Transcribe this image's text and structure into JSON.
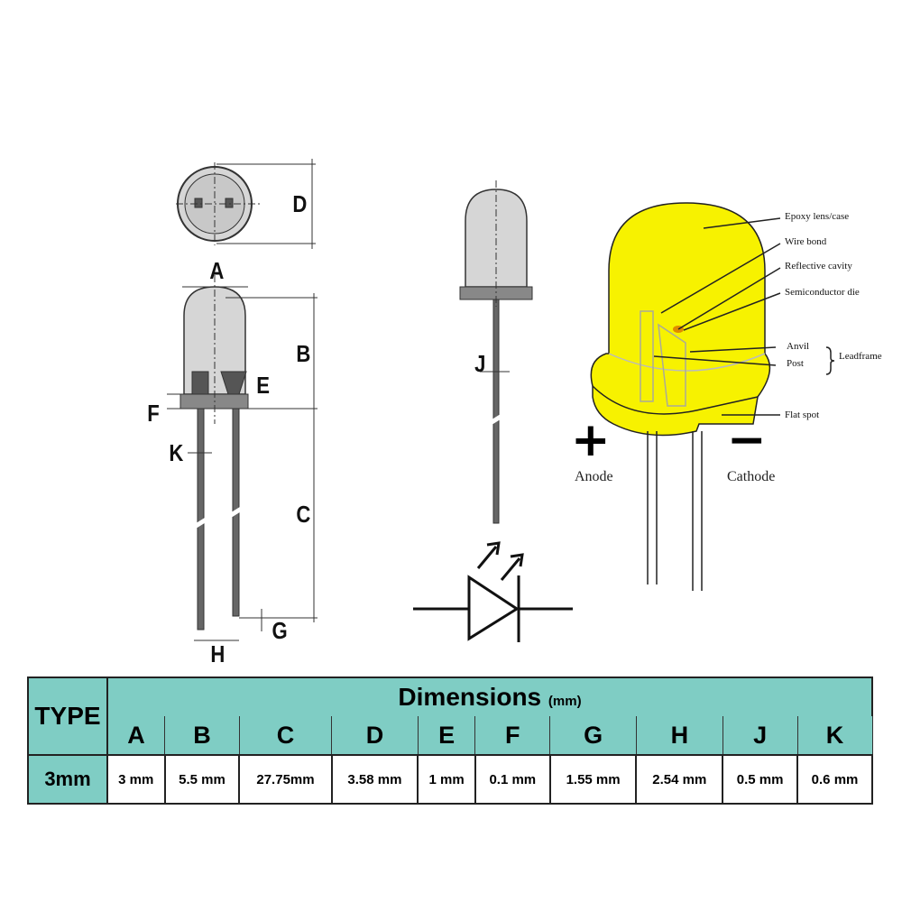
{
  "dimension_labels": {
    "A": "A",
    "B": "B",
    "C": "C",
    "D": "D",
    "E": "E",
    "F": "F",
    "G": "G",
    "H": "H",
    "J": "J",
    "K": "K"
  },
  "callouts": {
    "epoxy": "Epoxy lens/case",
    "wire": "Wire bond",
    "cavity": "Reflective cavity",
    "die": "Semiconductor die",
    "anvil": "Anvil",
    "post": "Post",
    "leadframe": "Leadframe",
    "flat": "Flat spot",
    "anode": "Anode",
    "cathode": "Cathode",
    "plus": "+",
    "minus": "−"
  },
  "colors": {
    "led": "#f7f200",
    "table_header": "#7fcdc4",
    "body_gray": "#d6d6d6"
  },
  "table": {
    "type_header": "TYPE",
    "dimensions_title": "Dimensions",
    "unit": "(mm)",
    "columns": [
      "A",
      "B",
      "C",
      "D",
      "E",
      "F",
      "G",
      "H",
      "J",
      "K"
    ],
    "rows": [
      {
        "type": "3mm",
        "values": [
          "3 mm",
          "5.5 mm",
          "27.75mm",
          "3.58 mm",
          "1 mm",
          "0.1 mm",
          "1.55 mm",
          "2.54 mm",
          "0.5 mm",
          "0.6 mm"
        ]
      }
    ]
  }
}
